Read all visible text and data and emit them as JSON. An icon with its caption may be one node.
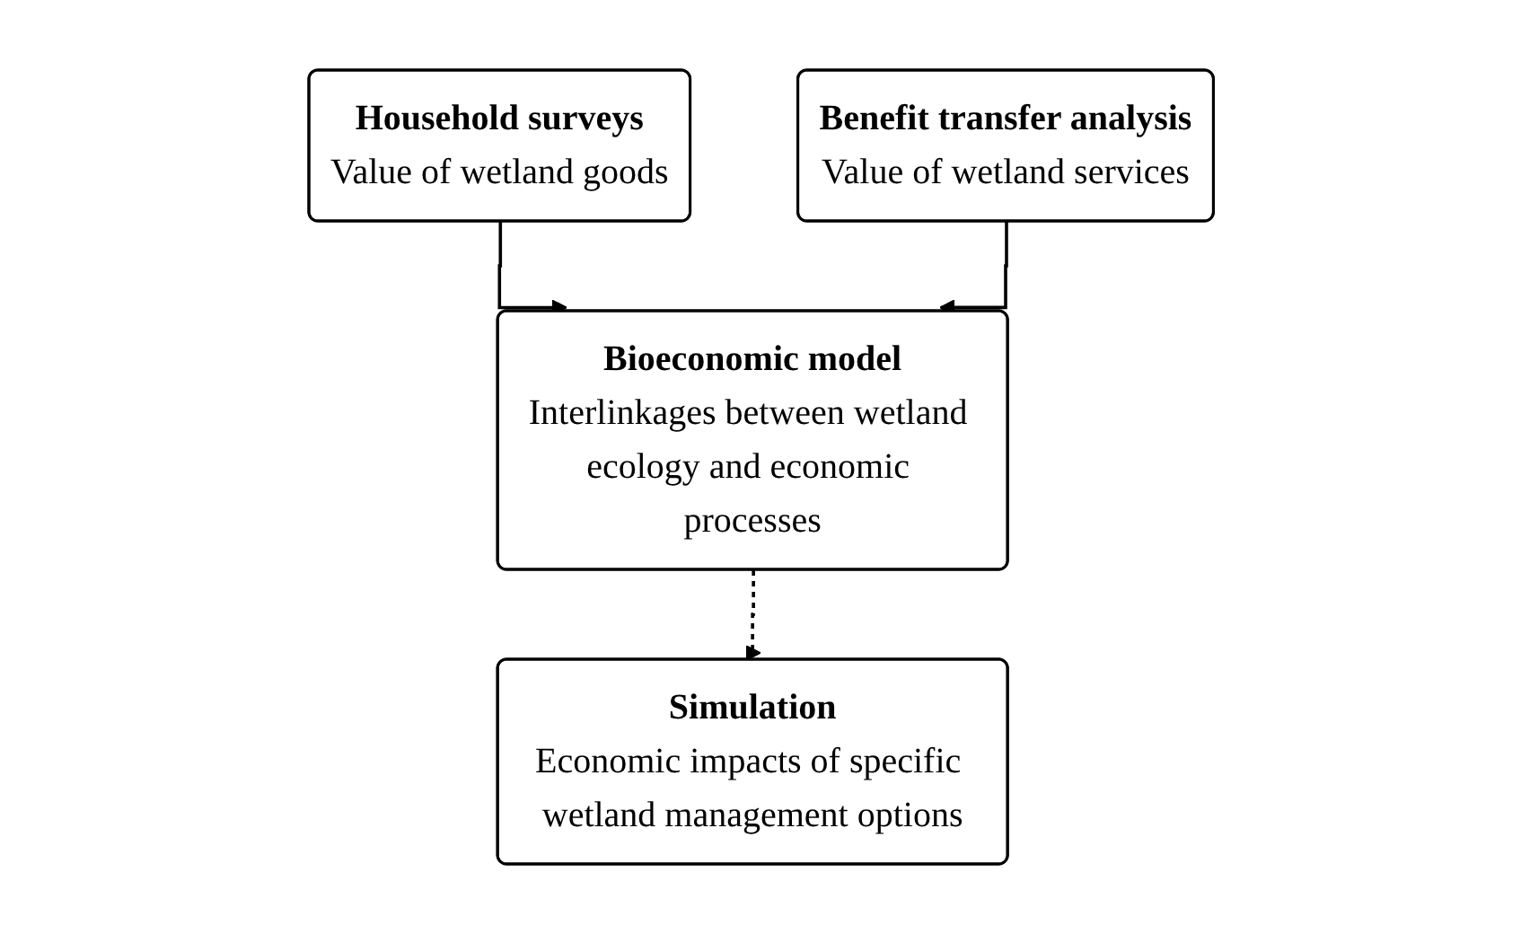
{
  "diagram": {
    "nodes": [
      {
        "text": [
          "Household surveys",
          "Value of wetland goods"
        ]
      },
      {
        "text": [
          "Benefit transfer analysis",
          "Value of wetland services"
        ]
      },
      {
        "text": [
          "Bioeconomic model",
          "Interlinkages between wetland ecology and economic processes"
        ]
      },
      {
        "text": [
          "Simulation",
          "Economic impacts of specific wetland management options"
        ]
      }
    ],
    "edges": [
      {
        "from": 0,
        "to": 2,
        "arrow": "to"
      },
      {
        "from": 1,
        "to": 2,
        "arrow": "to"
      },
      {
        "from": 2,
        "to": 3,
        "arrow": "to",
        "style": "dashed"
      }
    ]
  }
}
